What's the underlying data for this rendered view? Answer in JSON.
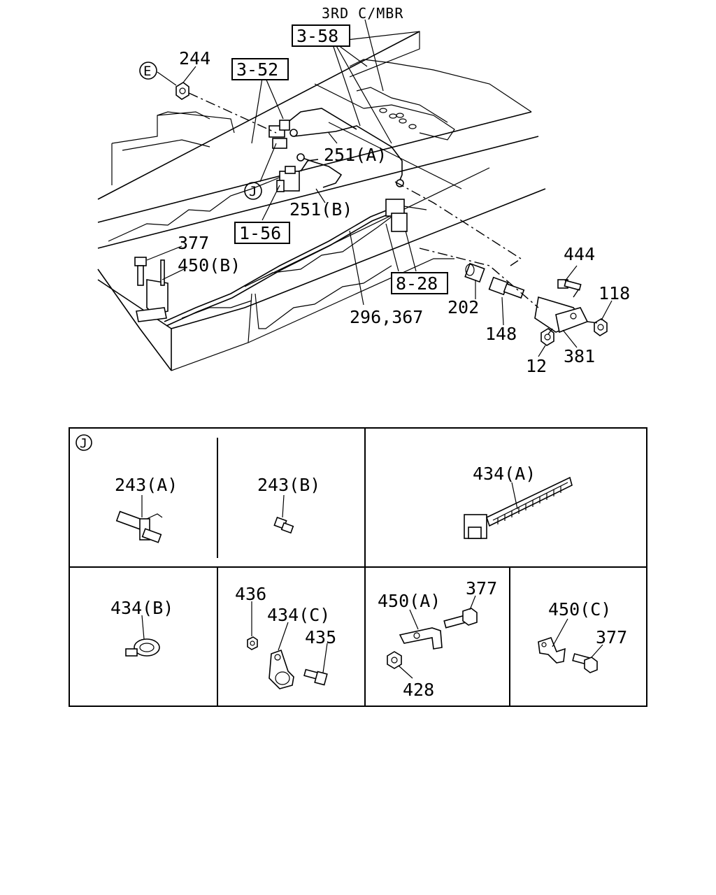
{
  "main_view": {
    "crossmember_label": "3RD C/MBR",
    "refs": {
      "r358": "3-58",
      "r352": "3-52",
      "r156": "1-56",
      "r828": "8-28"
    },
    "callouts": {
      "c244": "244",
      "c251a": "251(A)",
      "c251b": "251(B)",
      "c377": "377",
      "c450b": "450(B)",
      "c296": "296,367",
      "c202": "202",
      "c148": "148",
      "c444": "444",
      "c118": "118",
      "c12": "12",
      "c381": "381"
    },
    "markers": {
      "e": "E",
      "j": "J"
    }
  },
  "detail_table": {
    "marker": "J",
    "cells": {
      "p243a": "243(A)",
      "p243b": "243(B)",
      "p434a": "434(A)",
      "p434b": "434(B)",
      "p436": "436",
      "p434c": "434(C)",
      "p435": "435",
      "p450a": "450(A)",
      "p377a": "377",
      "p428": "428",
      "p450c": "450(C)",
      "p377c": "377"
    }
  }
}
